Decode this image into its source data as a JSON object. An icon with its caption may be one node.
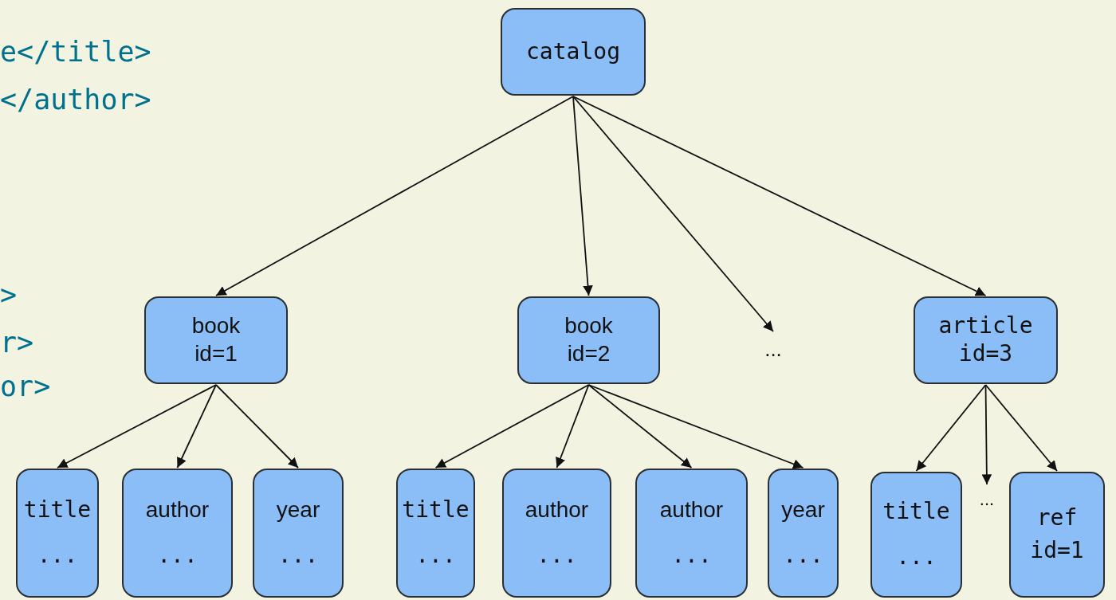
{
  "diagram": {
    "nodes": [
      {
        "text": [
          "catalog"
        ]
      },
      {
        "text": [
          "book",
          "id=1"
        ]
      },
      {
        "text": [
          "book",
          "id=2"
        ]
      },
      {
        "text": [
          "..."
        ]
      },
      {
        "text": [
          "article",
          "id=3"
        ]
      },
      {
        "text": [
          "title",
          "..."
        ]
      },
      {
        "text": [
          "author",
          "..."
        ]
      },
      {
        "text": [
          "year",
          "..."
        ]
      },
      {
        "text": [
          "title",
          "..."
        ]
      },
      {
        "text": [
          "author",
          "..."
        ]
      },
      {
        "text": [
          "author",
          "..."
        ]
      },
      {
        "text": [
          "year",
          "..."
        ]
      },
      {
        "text": [
          "title",
          "..."
        ]
      },
      {
        "text": [
          "..."
        ]
      },
      {
        "text": [
          "ref",
          "id=1"
        ]
      }
    ],
    "edges": [
      {
        "from": 0,
        "to": 1,
        "arrow": "to"
      },
      {
        "from": 0,
        "to": 2,
        "arrow": "to"
      },
      {
        "from": 0,
        "to": 3,
        "arrow": "to"
      },
      {
        "from": 0,
        "to": 4,
        "arrow": "to"
      },
      {
        "from": 1,
        "to": 5,
        "arrow": "to"
      },
      {
        "from": 1,
        "to": 6,
        "arrow": "to"
      },
      {
        "from": 1,
        "to": 7,
        "arrow": "to"
      },
      {
        "from": 2,
        "to": 8,
        "arrow": "to"
      },
      {
        "from": 2,
        "to": 9,
        "arrow": "to"
      },
      {
        "from": 2,
        "to": 10,
        "arrow": "to"
      },
      {
        "from": 2,
        "to": 11,
        "arrow": "to"
      },
      {
        "from": 4,
        "to": 12,
        "arrow": "to"
      },
      {
        "from": 4,
        "to": 13,
        "arrow": "to"
      },
      {
        "from": 4,
        "to": 14,
        "arrow": "to"
      }
    ],
    "labels": [
      "e</title>",
      "</author>",
      ">",
      "r>",
      "or>"
    ]
  }
}
